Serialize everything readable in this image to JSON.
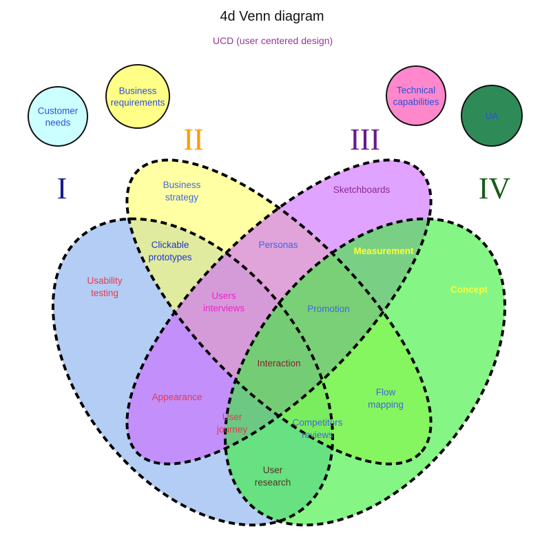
{
  "title": "4d Venn diagram",
  "subtitle": "UCD (user centered design)",
  "legend": [
    {
      "id": "customer",
      "lines": [
        "Customer",
        "needs"
      ],
      "fill": "#ccffff",
      "text_color": "#2f4fd8"
    },
    {
      "id": "business",
      "lines": [
        "Business",
        "requirements"
      ],
      "fill": "#ffff88",
      "text_color": "#2f4fd8"
    },
    {
      "id": "technical",
      "lines": [
        "Technical",
        "capabilities"
      ],
      "fill": "#ff88cc",
      "text_color": "#2f4fd8"
    },
    {
      "id": "ua",
      "lines": [
        "UA"
      ],
      "fill": "#2e8b57",
      "text_color": "#2f4fd8"
    }
  ],
  "sets": [
    {
      "id": "I",
      "numeral": "I",
      "color": "#1a1a8a",
      "fill": "#9bbcf0"
    },
    {
      "id": "II",
      "numeral": "II",
      "color": "#ff9900",
      "fill": "#ffff66"
    },
    {
      "id": "III",
      "numeral": "III",
      "color": "#661a8a",
      "fill": "#cc66ff"
    },
    {
      "id": "IV",
      "numeral": "IV",
      "color": "#1a5a1a",
      "fill": "#33ee33"
    }
  ],
  "regions": [
    {
      "id": "usability-testing",
      "lines": [
        "Usability",
        "testing"
      ],
      "color": "#e63950"
    },
    {
      "id": "business-strategy",
      "lines": [
        "Business",
        "strategy"
      ],
      "color": "#4466dd"
    },
    {
      "id": "sketchboards",
      "lines": [
        "Sketchboards"
      ],
      "color": "#8a2a9a"
    },
    {
      "id": "concept",
      "lines": [
        "Concept"
      ],
      "color": "#ffff33"
    },
    {
      "id": "clickable-prototypes",
      "lines": [
        "Clickable",
        "prototypes"
      ],
      "color": "#2233cc"
    },
    {
      "id": "personas",
      "lines": [
        "Personas"
      ],
      "color": "#4466dd"
    },
    {
      "id": "measurement",
      "lines": [
        "Measurement"
      ],
      "color": "#ffff33"
    },
    {
      "id": "users-interviews",
      "lines": [
        "Users",
        "interviews"
      ],
      "color": "#ee22cc"
    },
    {
      "id": "promotion",
      "lines": [
        "Promotion"
      ],
      "color": "#4466dd"
    },
    {
      "id": "interaction",
      "lines": [
        "Interaction"
      ],
      "color": "#882233"
    },
    {
      "id": "appearance",
      "lines": [
        "Appearance"
      ],
      "color": "#e63950"
    },
    {
      "id": "user-journey",
      "lines": [
        "User",
        "journey"
      ],
      "color": "#e63950"
    },
    {
      "id": "competitors-reviews",
      "lines": [
        "Competitors",
        "reviews"
      ],
      "color": "#4466dd"
    },
    {
      "id": "flow-mapping",
      "lines": [
        "Flow",
        "mapping"
      ],
      "color": "#4466dd"
    },
    {
      "id": "user-research",
      "lines": [
        "User",
        "research"
      ],
      "color": "#553322"
    }
  ]
}
